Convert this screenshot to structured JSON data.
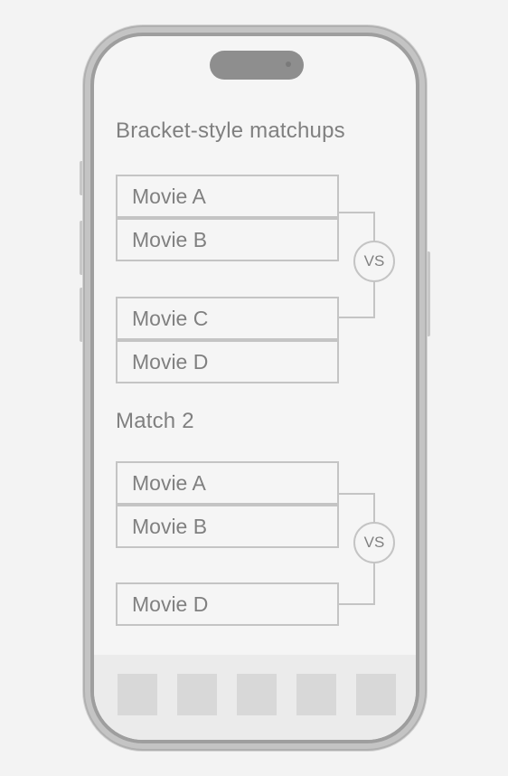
{
  "screen": {
    "title": "Bracket-style matchups"
  },
  "match1": {
    "group1": [
      "Movie A",
      "Movie B"
    ],
    "group2": [
      "Movie C",
      "Movie D"
    ],
    "vs_label": "VS"
  },
  "match2": {
    "title": "Match 2",
    "group1": [
      "Movie A",
      "Movie B"
    ],
    "group2": [
      "Movie D"
    ],
    "vs_label": "VS"
  },
  "tab_bar": {
    "tab_count": 5
  },
  "colors": {
    "frame": "#c4c4c4",
    "screen_bg": "#f5f5f5",
    "text": "#808080",
    "tab_placeholder": "#d8d8d8"
  }
}
